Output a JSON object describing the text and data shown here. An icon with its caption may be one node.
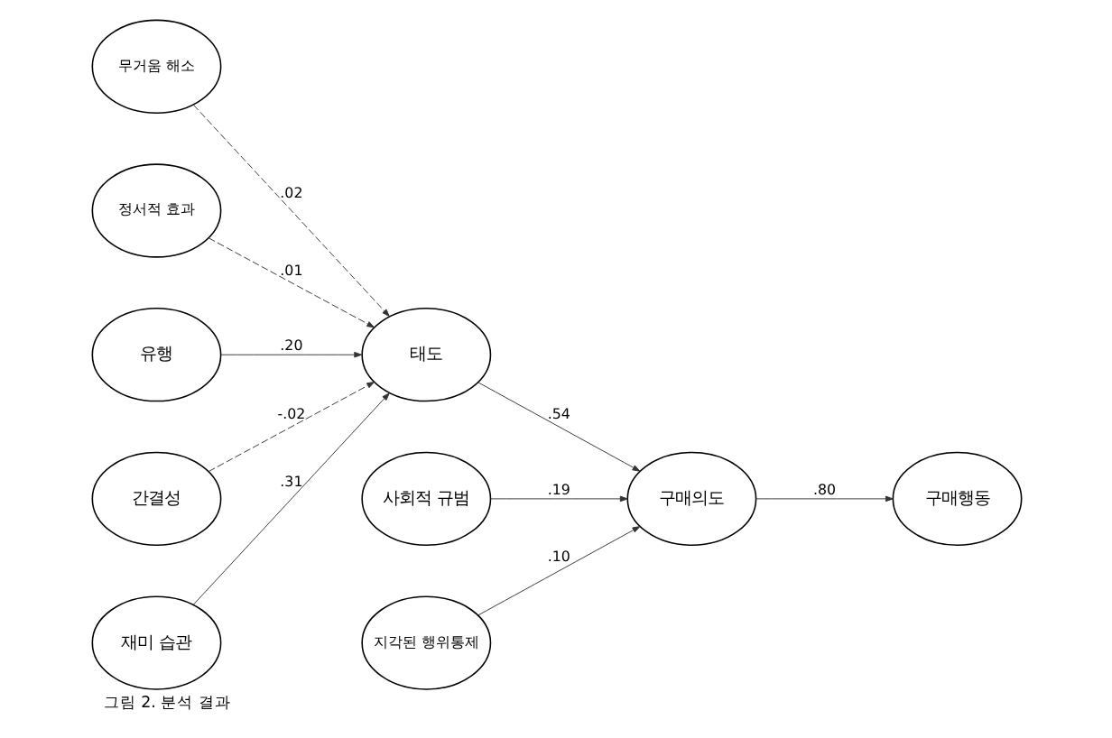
{
  "diagram": {
    "caption": "그림 2. 분석 결과",
    "nodes": [
      {
        "text": [
          "무거움 해소"
        ]
      },
      {
        "text": [
          "정서적 효과"
        ]
      },
      {
        "text": [
          "유행"
        ]
      },
      {
        "text": [
          "간결성"
        ]
      },
      {
        "text": [
          "재미 습관"
        ]
      },
      {
        "text": [
          "태도"
        ]
      },
      {
        "text": [
          "사회적 규범"
        ]
      },
      {
        "text": [
          "지각된 행위통제"
        ]
      },
      {
        "text": [
          "구매의도"
        ]
      },
      {
        "text": [
          "구매행동"
        ]
      }
    ],
    "edges": [
      {
        "from": 0,
        "to": 5,
        "arrow": "to",
        "label": ".02",
        "style": "dashed"
      },
      {
        "from": 1,
        "to": 5,
        "arrow": "to",
        "label": ".01",
        "style": "dashed"
      },
      {
        "from": 2,
        "to": 5,
        "arrow": "to",
        "label": ".20"
      },
      {
        "from": 3,
        "to": 5,
        "arrow": "to",
        "label": "-.02",
        "style": "dashed"
      },
      {
        "from": 4,
        "to": 5,
        "arrow": "to",
        "label": ".31"
      },
      {
        "from": 5,
        "to": 8,
        "arrow": "to",
        "label": ".54"
      },
      {
        "from": 6,
        "to": 8,
        "arrow": "to",
        "label": ".19"
      },
      {
        "from": 7,
        "to": 8,
        "arrow": "to",
        "label": ".10"
      },
      {
        "from": 8,
        "to": 9,
        "arrow": "to",
        "label": ".80"
      }
    ]
  }
}
